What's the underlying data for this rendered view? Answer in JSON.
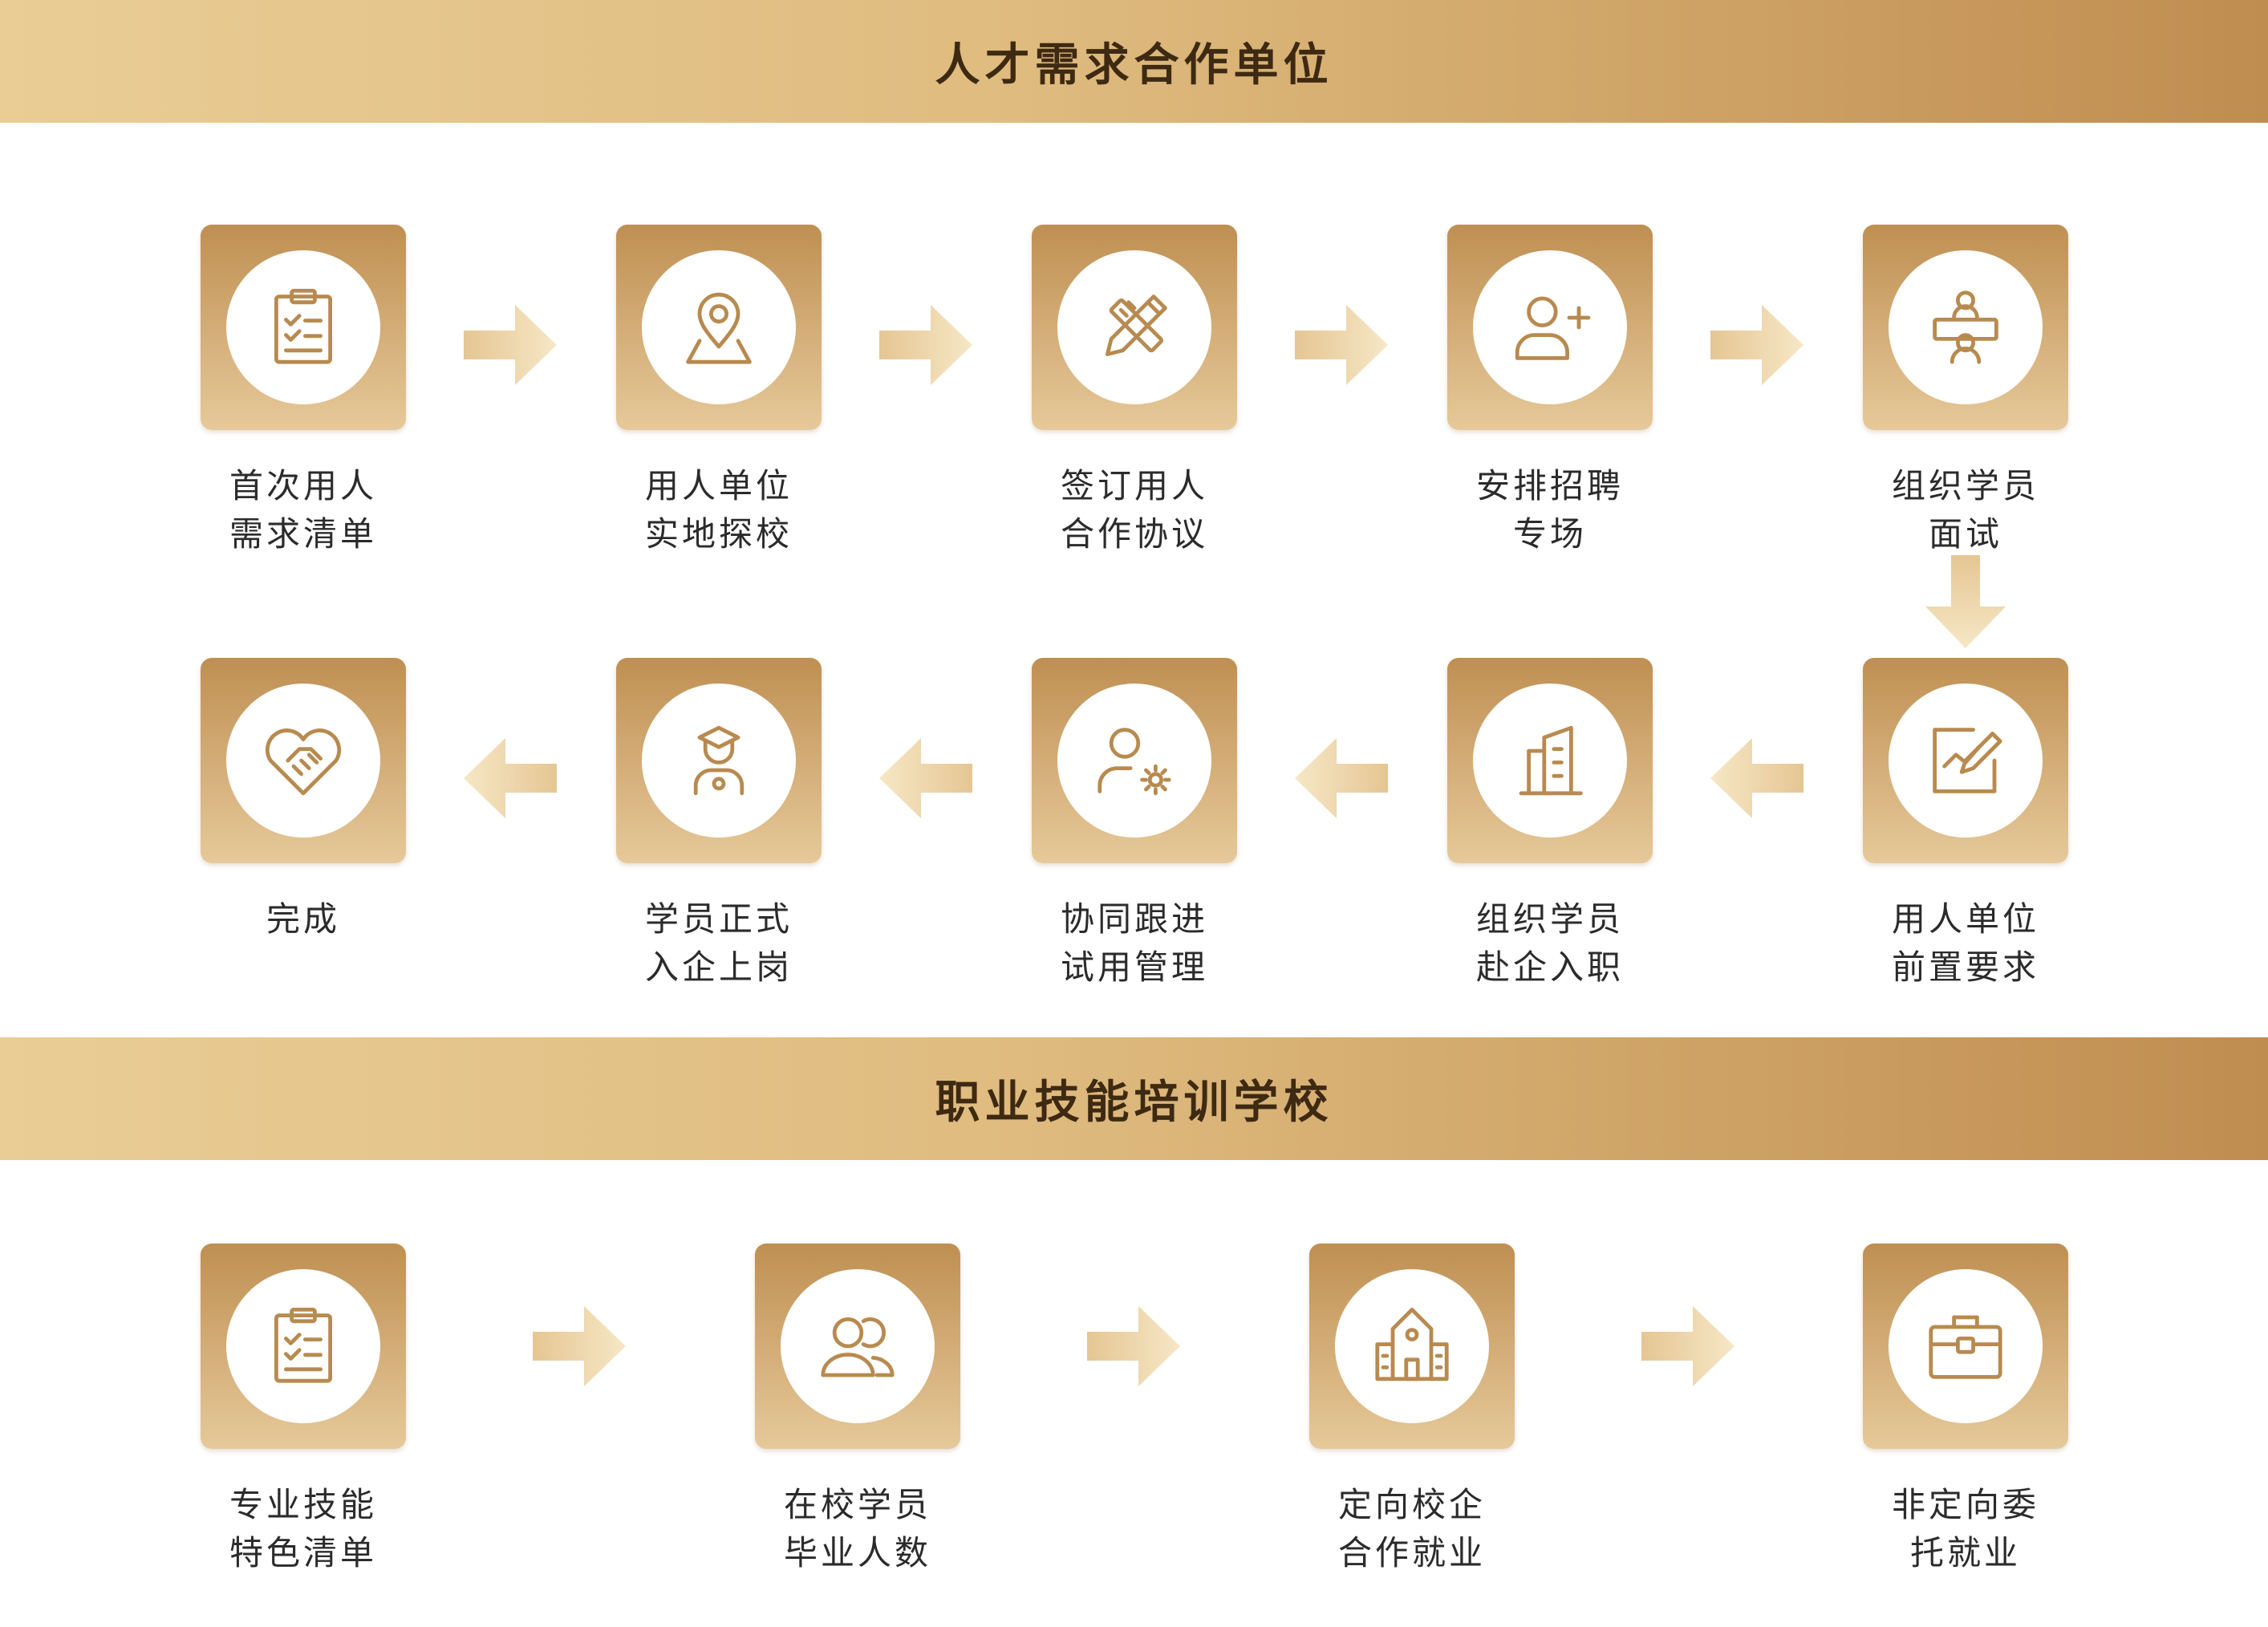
{
  "colors": {
    "accent_dark": "#bf8f52",
    "accent_light": "#e6c99a",
    "banner_text": "#3e2a12",
    "icon_stroke": "#b88a4f",
    "label_text": "#2b2b2b"
  },
  "sections": [
    {
      "title": "人才需求合作单位",
      "steps": [
        {
          "line1": "首次用人",
          "line2": "需求清单",
          "icon": "clipboard-checklist-icon"
        },
        {
          "line1": "用人单位",
          "line2": "实地探校",
          "icon": "map-pin-icon"
        },
        {
          "line1": "签订用人",
          "line2": "合作协议",
          "icon": "pencil-ruler-icon"
        },
        {
          "line1": "安排招聘",
          "line2": "专场",
          "icon": "user-add-icon"
        },
        {
          "line1": "组织学员",
          "line2": "面试",
          "icon": "interview-icon"
        },
        {
          "line1": "用人单位",
          "line2": "前置要求",
          "icon": "chart-edit-icon"
        },
        {
          "line1": "组织学员",
          "line2": "赴企入职",
          "icon": "building-icon"
        },
        {
          "line1": "协同跟进",
          "line2": "试用管理",
          "icon": "user-gear-icon"
        },
        {
          "line1": "学员正式",
          "line2": "入企上岗",
          "icon": "graduate-icon"
        },
        {
          "line1": "完成",
          "line2": "",
          "icon": "handshake-heart-icon"
        }
      ]
    },
    {
      "title": "职业技能培训学校",
      "steps": [
        {
          "line1": "专业技能",
          "line2": "特色清单",
          "icon": "clipboard-checklist-icon"
        },
        {
          "line1": "在校学员",
          "line2": "毕业人数",
          "icon": "users-icon"
        },
        {
          "line1": "定向校企",
          "line2": "合作就业",
          "icon": "school-icon"
        },
        {
          "line1": "非定向委",
          "line2": "托就业",
          "icon": "briefcase-icon"
        }
      ]
    }
  ]
}
